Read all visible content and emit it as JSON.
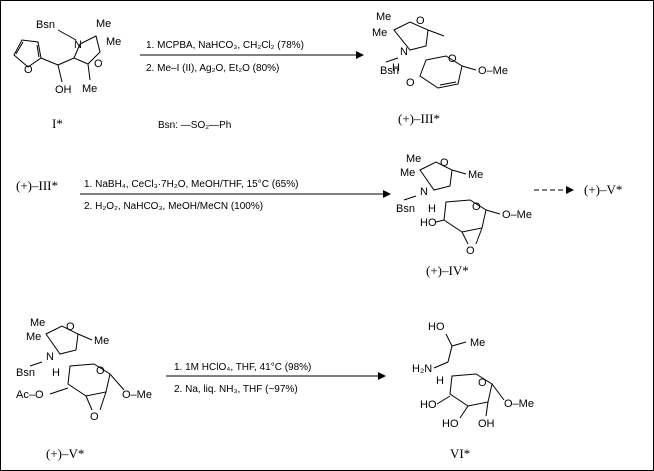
{
  "scheme": {
    "row1": {
      "start_label": "I*",
      "start_atoms": {
        "bsn": "Bsn",
        "me_a": "Me",
        "me_b": "Me",
        "n": "N",
        "o": "O",
        "oh": "OH",
        "me_c": "Me"
      },
      "conditions": [
        "1. MCPBA, NaHCO₃, CH₂Cl₂ (78%)",
        "2. Me–I (II), Ag₂O, Et₂O (80%)"
      ],
      "bsn_definition": "Bsn: —SO₂—Ph",
      "product_label": "(+)–III*",
      "product_atoms": {
        "me_a": "Me",
        "me_b": "Me",
        "o_ring1": "O",
        "n": "N",
        "h": "H",
        "bsn": "Bsn",
        "o_keto": "O",
        "o_ring2": "O",
        "ome": "O–Me"
      }
    },
    "row2": {
      "start_label": "(+)–III*",
      "conditions": [
        "1. NaBH₄, CeCl₃·7H₂O, MeOH/THF, 15°C (65%)",
        "2. H₂O₂, NaHCO₃, MeOH/MeCN (100%)"
      ],
      "product_label": "(+)–IV*",
      "product_atoms": {
        "me_a": "Me",
        "me_b": "Me",
        "o_ring1": "O",
        "me_c": "Me",
        "n": "N",
        "h": "H",
        "bsn": "Bsn",
        "ho": "HO",
        "o_ring2": "O",
        "ome": "O–Me",
        "o_epox": "O"
      },
      "next_label": "(+)–V*"
    },
    "row3": {
      "start_label": "(+)–V*",
      "start_atoms": {
        "me_a": "Me",
        "me_b": "Me",
        "o_ring1": "O",
        "me_c": "Me",
        "n": "N",
        "bsn": "Bsn",
        "h": "H",
        "ac": "Ac–O",
        "o_ring2": "O",
        "ome": "O–Me",
        "o_epox": "O"
      },
      "conditions": [
        "1. 1M HClO₄, THF, 41°C (98%)",
        "2. Na, liq. NH₃, THF (~97%)"
      ],
      "product_label": "VI*",
      "product_atoms": {
        "ho_top": "HO",
        "me": "Me",
        "h2n": "H₂N",
        "h": "H",
        "o_ring": "O",
        "ome": "O–Me",
        "ho_a": "HO",
        "ho_b": "HO",
        "oh": "OH"
      }
    }
  }
}
